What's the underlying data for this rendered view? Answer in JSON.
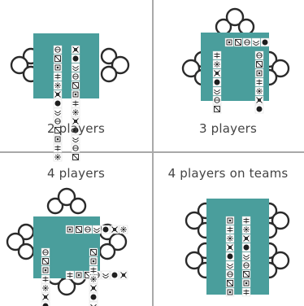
{
  "colors": {
    "table": "#4a9e9c",
    "divider": "#a9a9a9",
    "player_outline": "#2a2a2a",
    "tile": "#ffffff",
    "glyph": "#1e1e1e"
  },
  "panels": [
    {
      "caption": "2 players"
    },
    {
      "caption": "3 players"
    },
    {
      "caption": "4 players"
    },
    {
      "caption": "4 players on teams"
    }
  ]
}
